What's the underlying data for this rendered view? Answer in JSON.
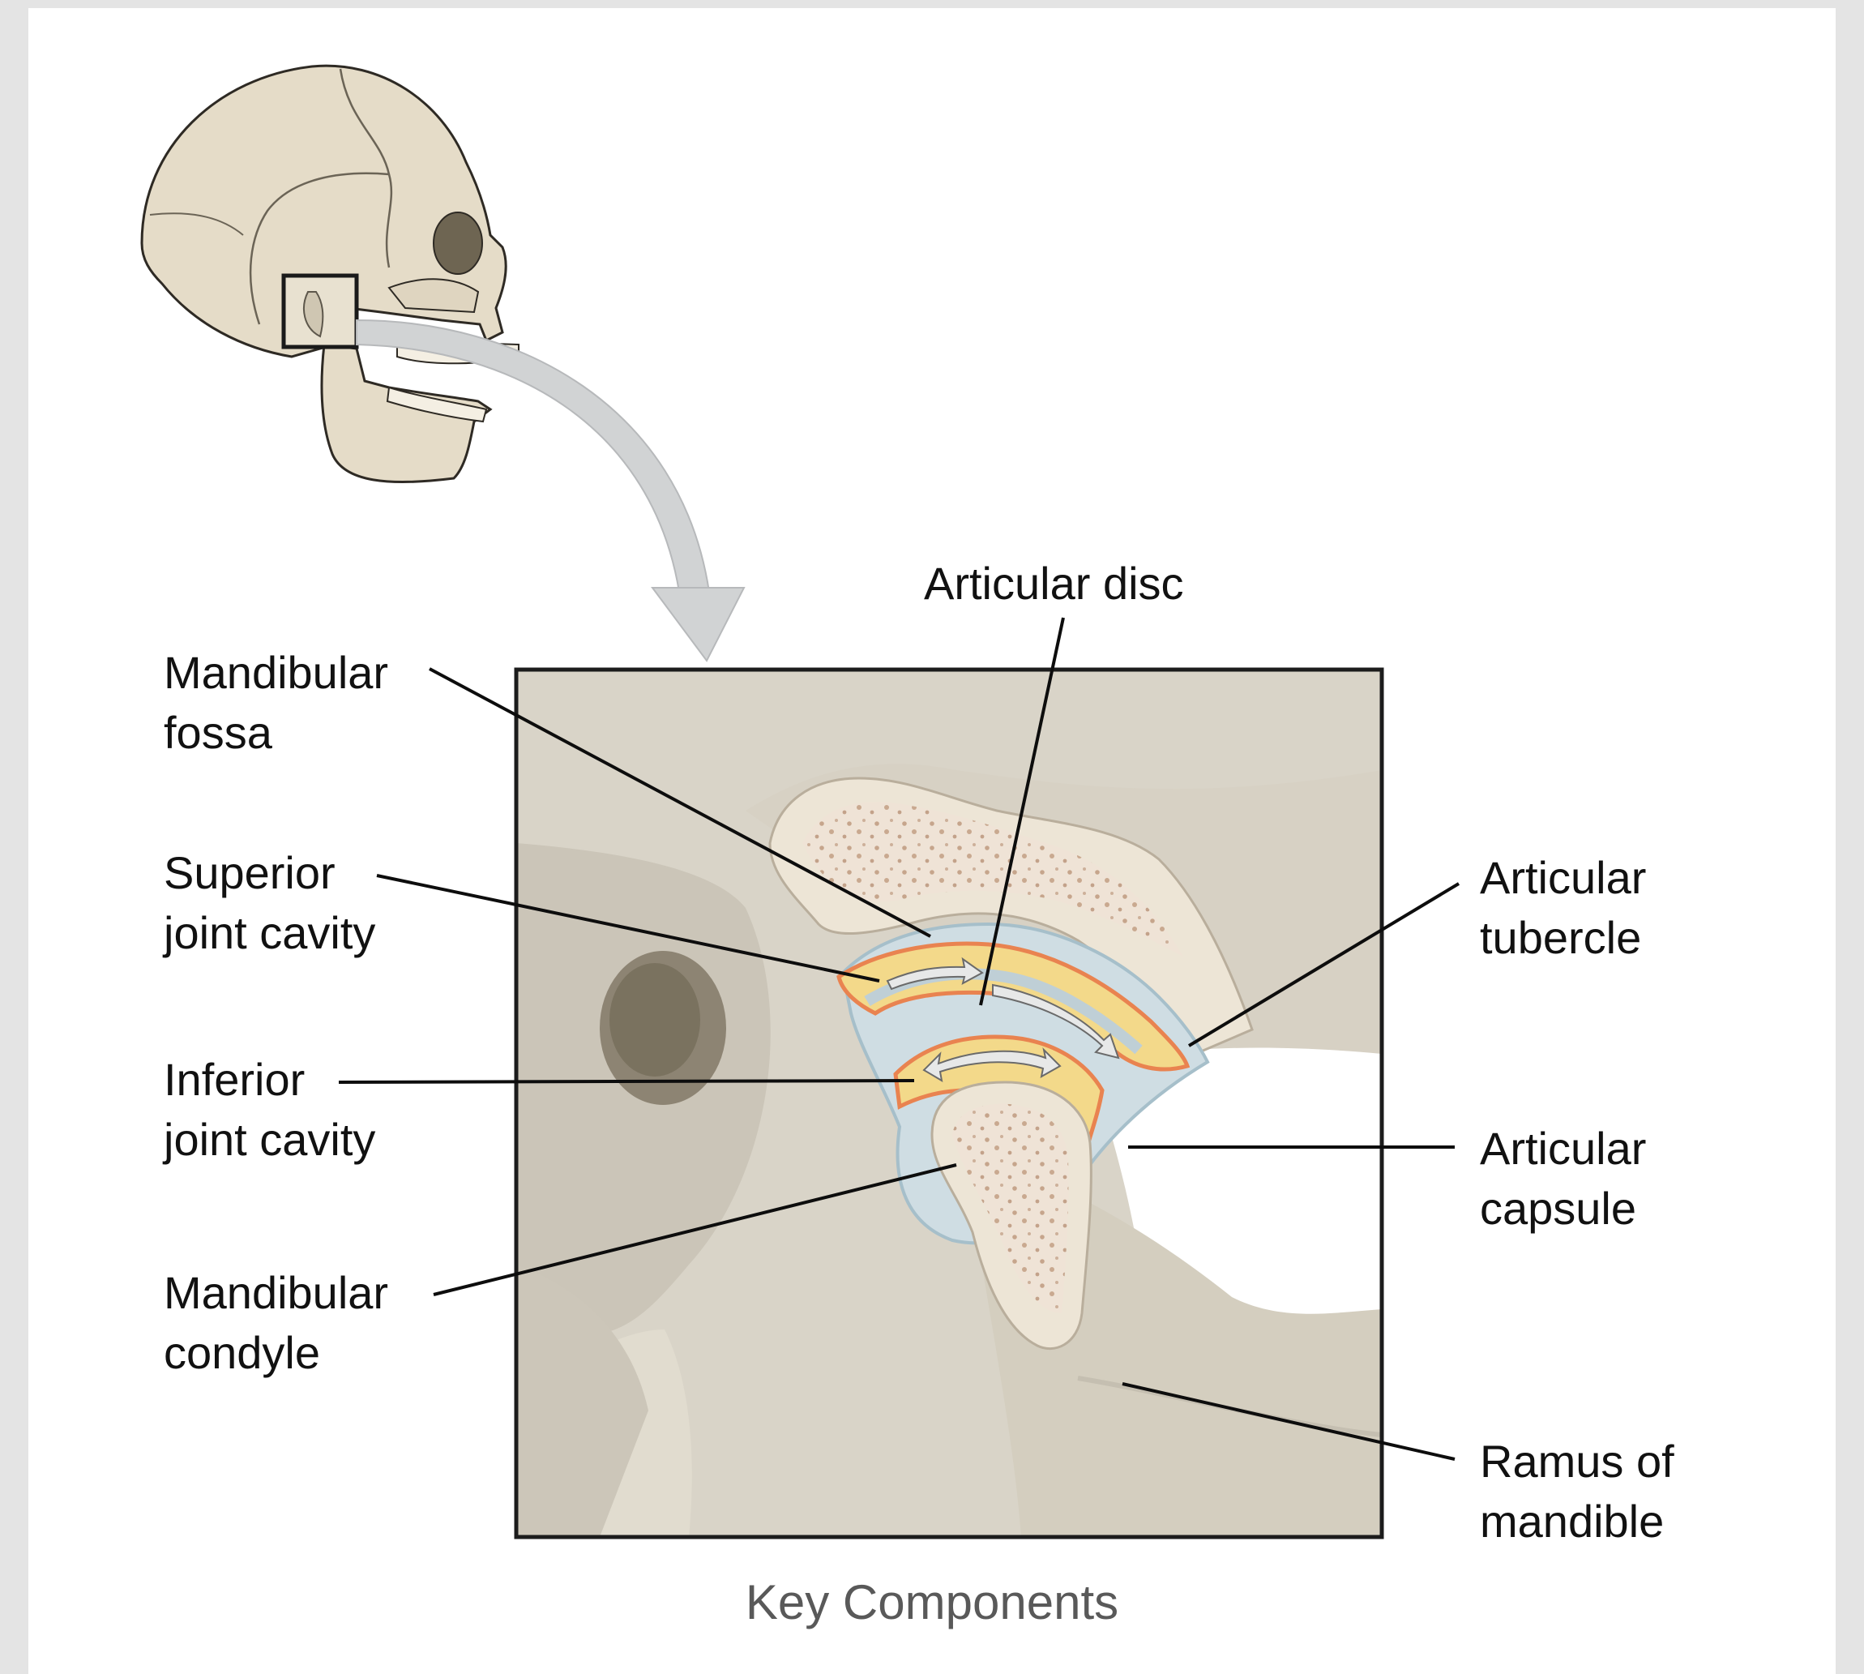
{
  "labels": {
    "articular_disc": "Articular disc",
    "mandibular_fossa": [
      "Mandibular",
      "fossa"
    ],
    "superior_joint_cavity": [
      "Superior",
      "joint cavity"
    ],
    "inferior_joint_cavity": [
      "Inferior",
      "joint cavity"
    ],
    "mandibular_condyle": [
      "Mandibular",
      "condyle"
    ],
    "articular_tubercle": [
      "Articular",
      "tubercle"
    ],
    "articular_capsule": [
      "Articular",
      "capsule"
    ],
    "ramus_of_mandible": [
      "Ramus of",
      "mandible"
    ]
  },
  "caption": "Key Components",
  "colors": {
    "bone": "#e6dccb",
    "bone_inner": "#efe3d6",
    "panel_bg": "#d9d4c8",
    "capsule": "#cfdde3",
    "disc": "#f3d98a",
    "synovial": "#e98350",
    "arrow": "#cfd1d2"
  }
}
